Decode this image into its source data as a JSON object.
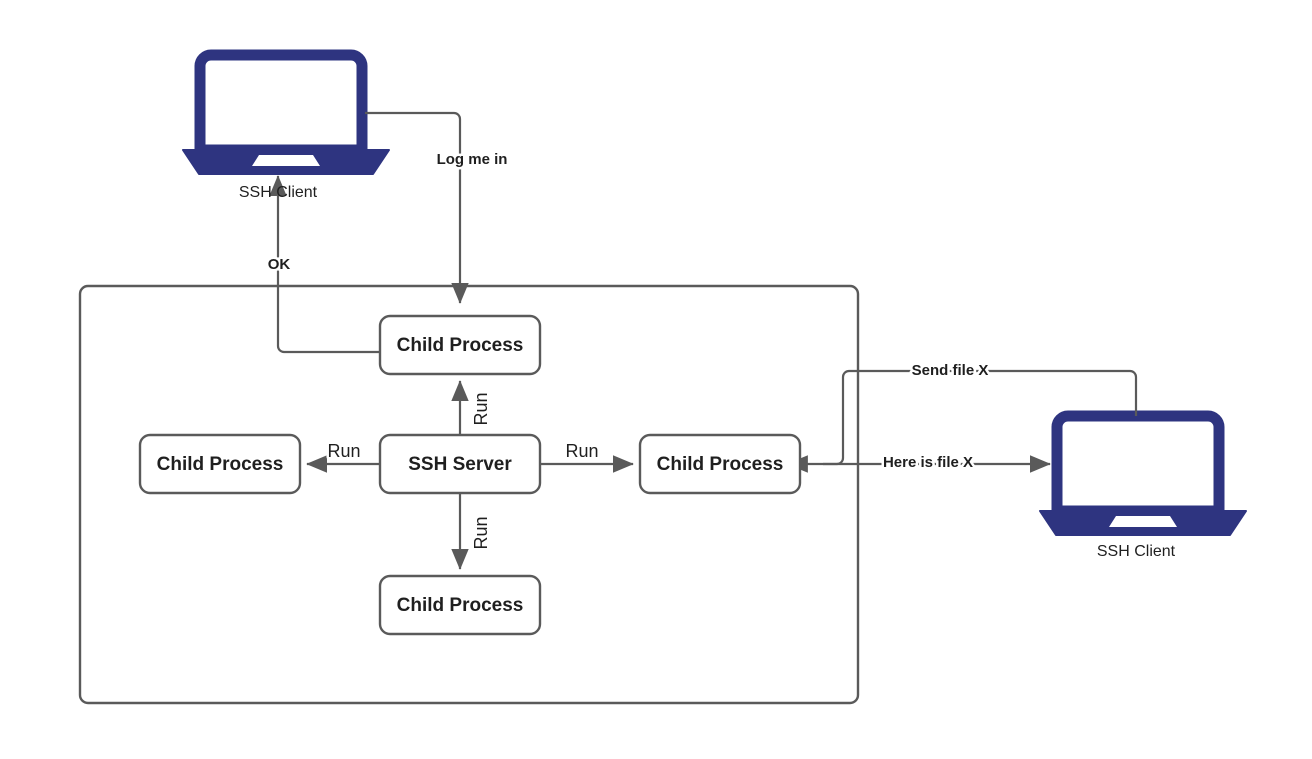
{
  "diagram": {
    "title": "SSH Server child process architecture",
    "colors": {
      "laptop_blue": "#2e3480",
      "stroke_gray": "#5a5a5a",
      "text_dark": "#1f1f1f",
      "background": "#ffffff"
    },
    "container": {
      "name": "ssh-server-host-boundary"
    },
    "nodes": {
      "child_top": "Child Process",
      "child_left": "Child Process",
      "child_right": "Child Process",
      "child_bottom": "Child Process",
      "ssh_server": "SSH Server"
    },
    "devices": {
      "client_left": "SSH Client",
      "client_right": "SSH Client"
    },
    "edges": {
      "log_me_in": "Log me in",
      "ok": "OK",
      "run_up": "Run",
      "run_left": "Run",
      "run_right": "Run",
      "run_down": "Run",
      "send_file": "Send file X",
      "here_is_file": "Here is file X"
    }
  }
}
